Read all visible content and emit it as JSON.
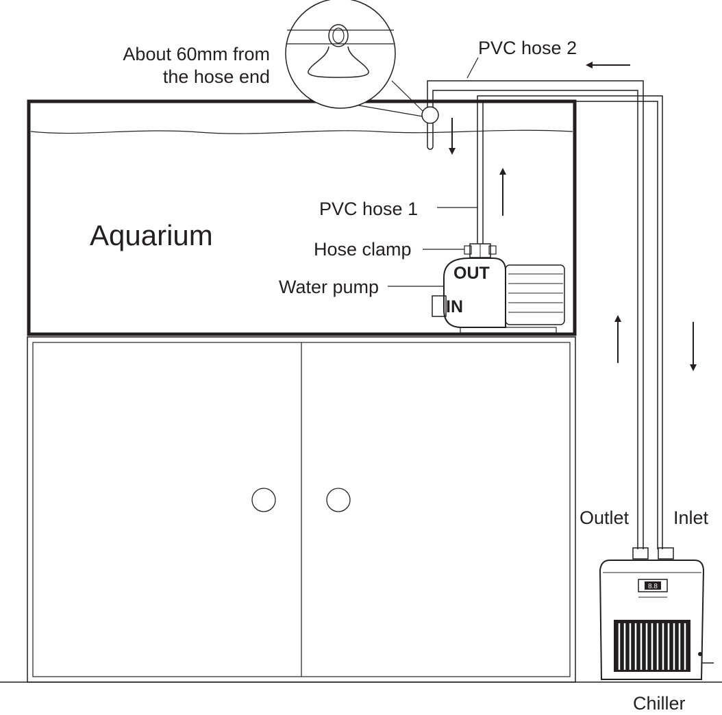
{
  "labels": {
    "note_line1": "About 60mm from",
    "note_line2": "the hose end",
    "pvc_hose_2": "PVC hose 2",
    "pvc_hose_1": "PVC hose 1",
    "aquarium": "Aquarium",
    "hose_clamp": "Hose clamp",
    "water_pump": "Water pump",
    "pump_out": "OUT",
    "pump_in": "IN",
    "outlet": "Outlet",
    "inlet": "Inlet",
    "chiller": "Chiller",
    "display": "8.8"
  }
}
